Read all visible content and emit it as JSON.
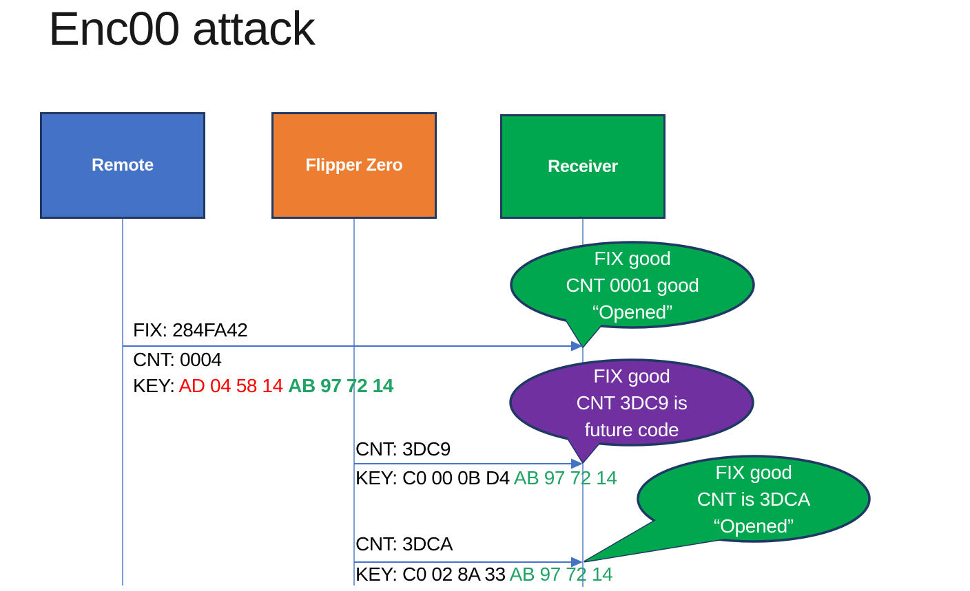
{
  "title": "Enc00 attack",
  "palette": {
    "actor_remote_fill": "#4472C4",
    "actor_flipper_fill": "#ED7D31",
    "actor_receiver_fill": "#00A74F",
    "outline_navy": "#1F3864",
    "connector_blue": "#4472C4",
    "bubble_green": "#00A74F",
    "bubble_purple": "#7030A0",
    "text_black": "#000000",
    "text_red": "#FF0000",
    "text_green": "#21A366",
    "text_white": "#FFFFFF"
  },
  "actors": [
    {
      "label": "Remote",
      "fill": "#4472C4"
    },
    {
      "label": "Flipper Zero",
      "fill": "#ED7D31"
    },
    {
      "label": "Receiver",
      "fill": "#00A74F"
    }
  ],
  "messages": [
    {
      "from": "Remote",
      "to": "Receiver",
      "fix_label": "FIX: 284FA42",
      "cnt_label": "CNT: 0004",
      "key_prefix": "KEY: ",
      "key_red": "AD 04 58 14 ",
      "key_green": "AB 97 72 14"
    },
    {
      "from": "Flipper Zero",
      "to": "Receiver",
      "cnt_label": "CNT: 3DC9",
      "key_prefix": "KEY: C0 00 0B D4 ",
      "key_green": "AB 97 72 14"
    },
    {
      "from": "Flipper Zero",
      "to": "Receiver",
      "cnt_label": "CNT: 3DCA",
      "key_prefix": "KEY: C0 02 8A 33 ",
      "key_green": "AB 97 72 14"
    }
  ],
  "bubbles": [
    {
      "fill": "#00A74F",
      "lines": [
        "FIX good",
        "CNT 0001 good",
        "“Opened”"
      ]
    },
    {
      "fill": "#7030A0",
      "lines": [
        "FIX good",
        "CNT 3DC9 is",
        "future code"
      ]
    },
    {
      "fill": "#00A74F",
      "lines": [
        "FIX good",
        "CNT is 3DCA",
        "“Opened”"
      ]
    }
  ]
}
